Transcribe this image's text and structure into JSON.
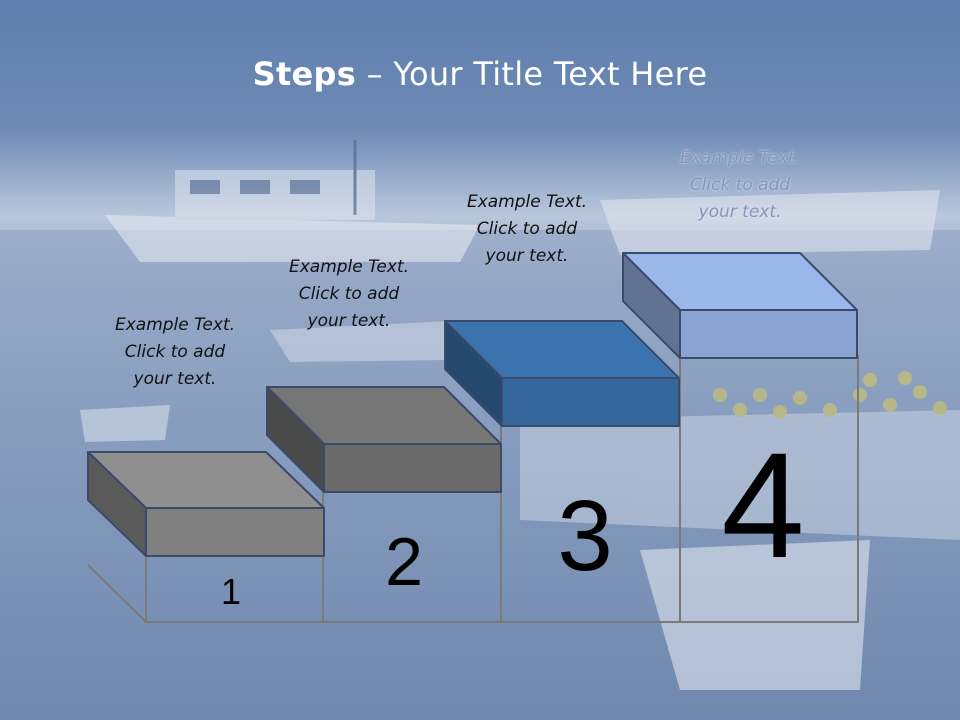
{
  "slide": {
    "title_bold": "Steps",
    "title_rest": " – Your Title Text Here"
  },
  "steps": [
    {
      "number": "1",
      "caption": [
        "Example Text.",
        "Click  to add",
        "your text."
      ],
      "color": "#808080"
    },
    {
      "number": "2",
      "caption": [
        "Example Text.",
        "Click  to add",
        "your text."
      ],
      "color": "#6a6a6a"
    },
    {
      "number": "3",
      "caption": [
        "Example Text.",
        "Click  to add",
        "your text."
      ],
      "color": "#35679c"
    },
    {
      "number": "4",
      "caption": [
        "Example Text.",
        "Click  to add",
        "your text."
      ],
      "color": "#8aa4d2"
    }
  ]
}
